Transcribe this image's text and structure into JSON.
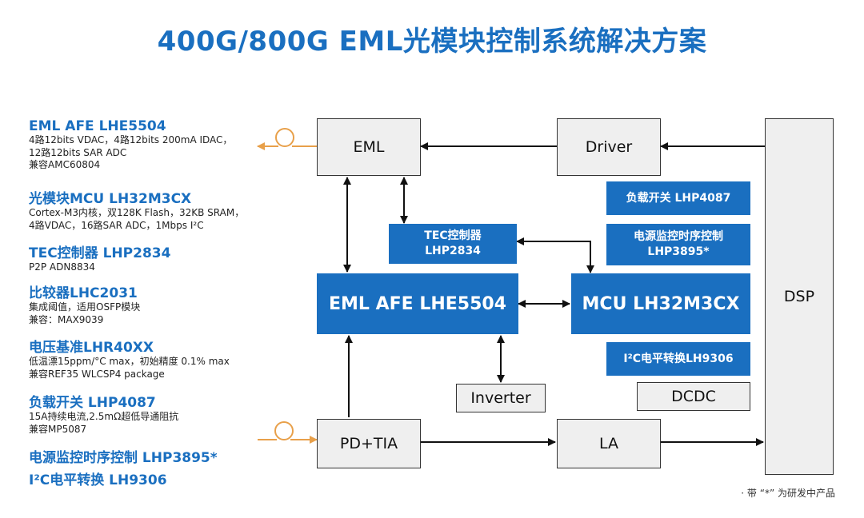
{
  "title": "400G/800G EML光模块控制系统解决方案",
  "specs": [
    {
      "name": "EML AFE LHE5504",
      "lines": [
        "4路12bits VDAC，4路12bits 200mA IDAC，",
        "12路12bits SAR ADC",
        "兼容AMC60804"
      ]
    },
    {
      "name": "光模块MCU LH32M3CX",
      "lines": [
        "Cortex-M3内核，双128K Flash，32KB SRAM，",
        "4路VDAC，16路SAR ADC，1Mbps I²C"
      ]
    },
    {
      "name": "TEC控制器 LHP2834",
      "lines": [
        "P2P ADN8834"
      ]
    },
    {
      "name": "比较器LHC2031",
      "lines": [
        "集成阈值，适用OSFP模块",
        "兼容：MAX9039"
      ]
    },
    {
      "name": "电压基准LHR40XX",
      "lines": [
        "低温漂15ppm/°C max，初始精度 0.1% max",
        "兼容REF35 WLCSP4 package"
      ]
    },
    {
      "name": "负载开关 LHP4087",
      "lines": [
        "15A持续电流,2.5mΩ超低导通阻抗",
        "兼容MP5087"
      ]
    },
    {
      "name": "电源监控时序控制 LHP3895*",
      "lines": []
    },
    {
      "name": "I²C电平转换 LH9306",
      "lines": []
    }
  ],
  "blocks": {
    "eml": "EML",
    "driver": "Driver",
    "tec_line1": "TEC控制器",
    "tec_line2": "LHP2834",
    "afe": "EML AFE LHE5504",
    "mcu": "MCU LH32M3CX",
    "load_switch": "负载开关 LHP4087",
    "psm_line1": "电源监控时序控制",
    "psm_line2": "LHP3895*",
    "i2c": "I²C电平转换LH9306",
    "inverter": "Inverter",
    "dcdc": "DCDC",
    "pdtia": "PD+TIA",
    "la": "LA",
    "dsp": "DSP"
  },
  "footnote": "· 带 “*” 为研发中产品",
  "colors": {
    "accent": "#1a6fc0",
    "fiber": "#e8a04a",
    "box_fill": "#efefef"
  }
}
